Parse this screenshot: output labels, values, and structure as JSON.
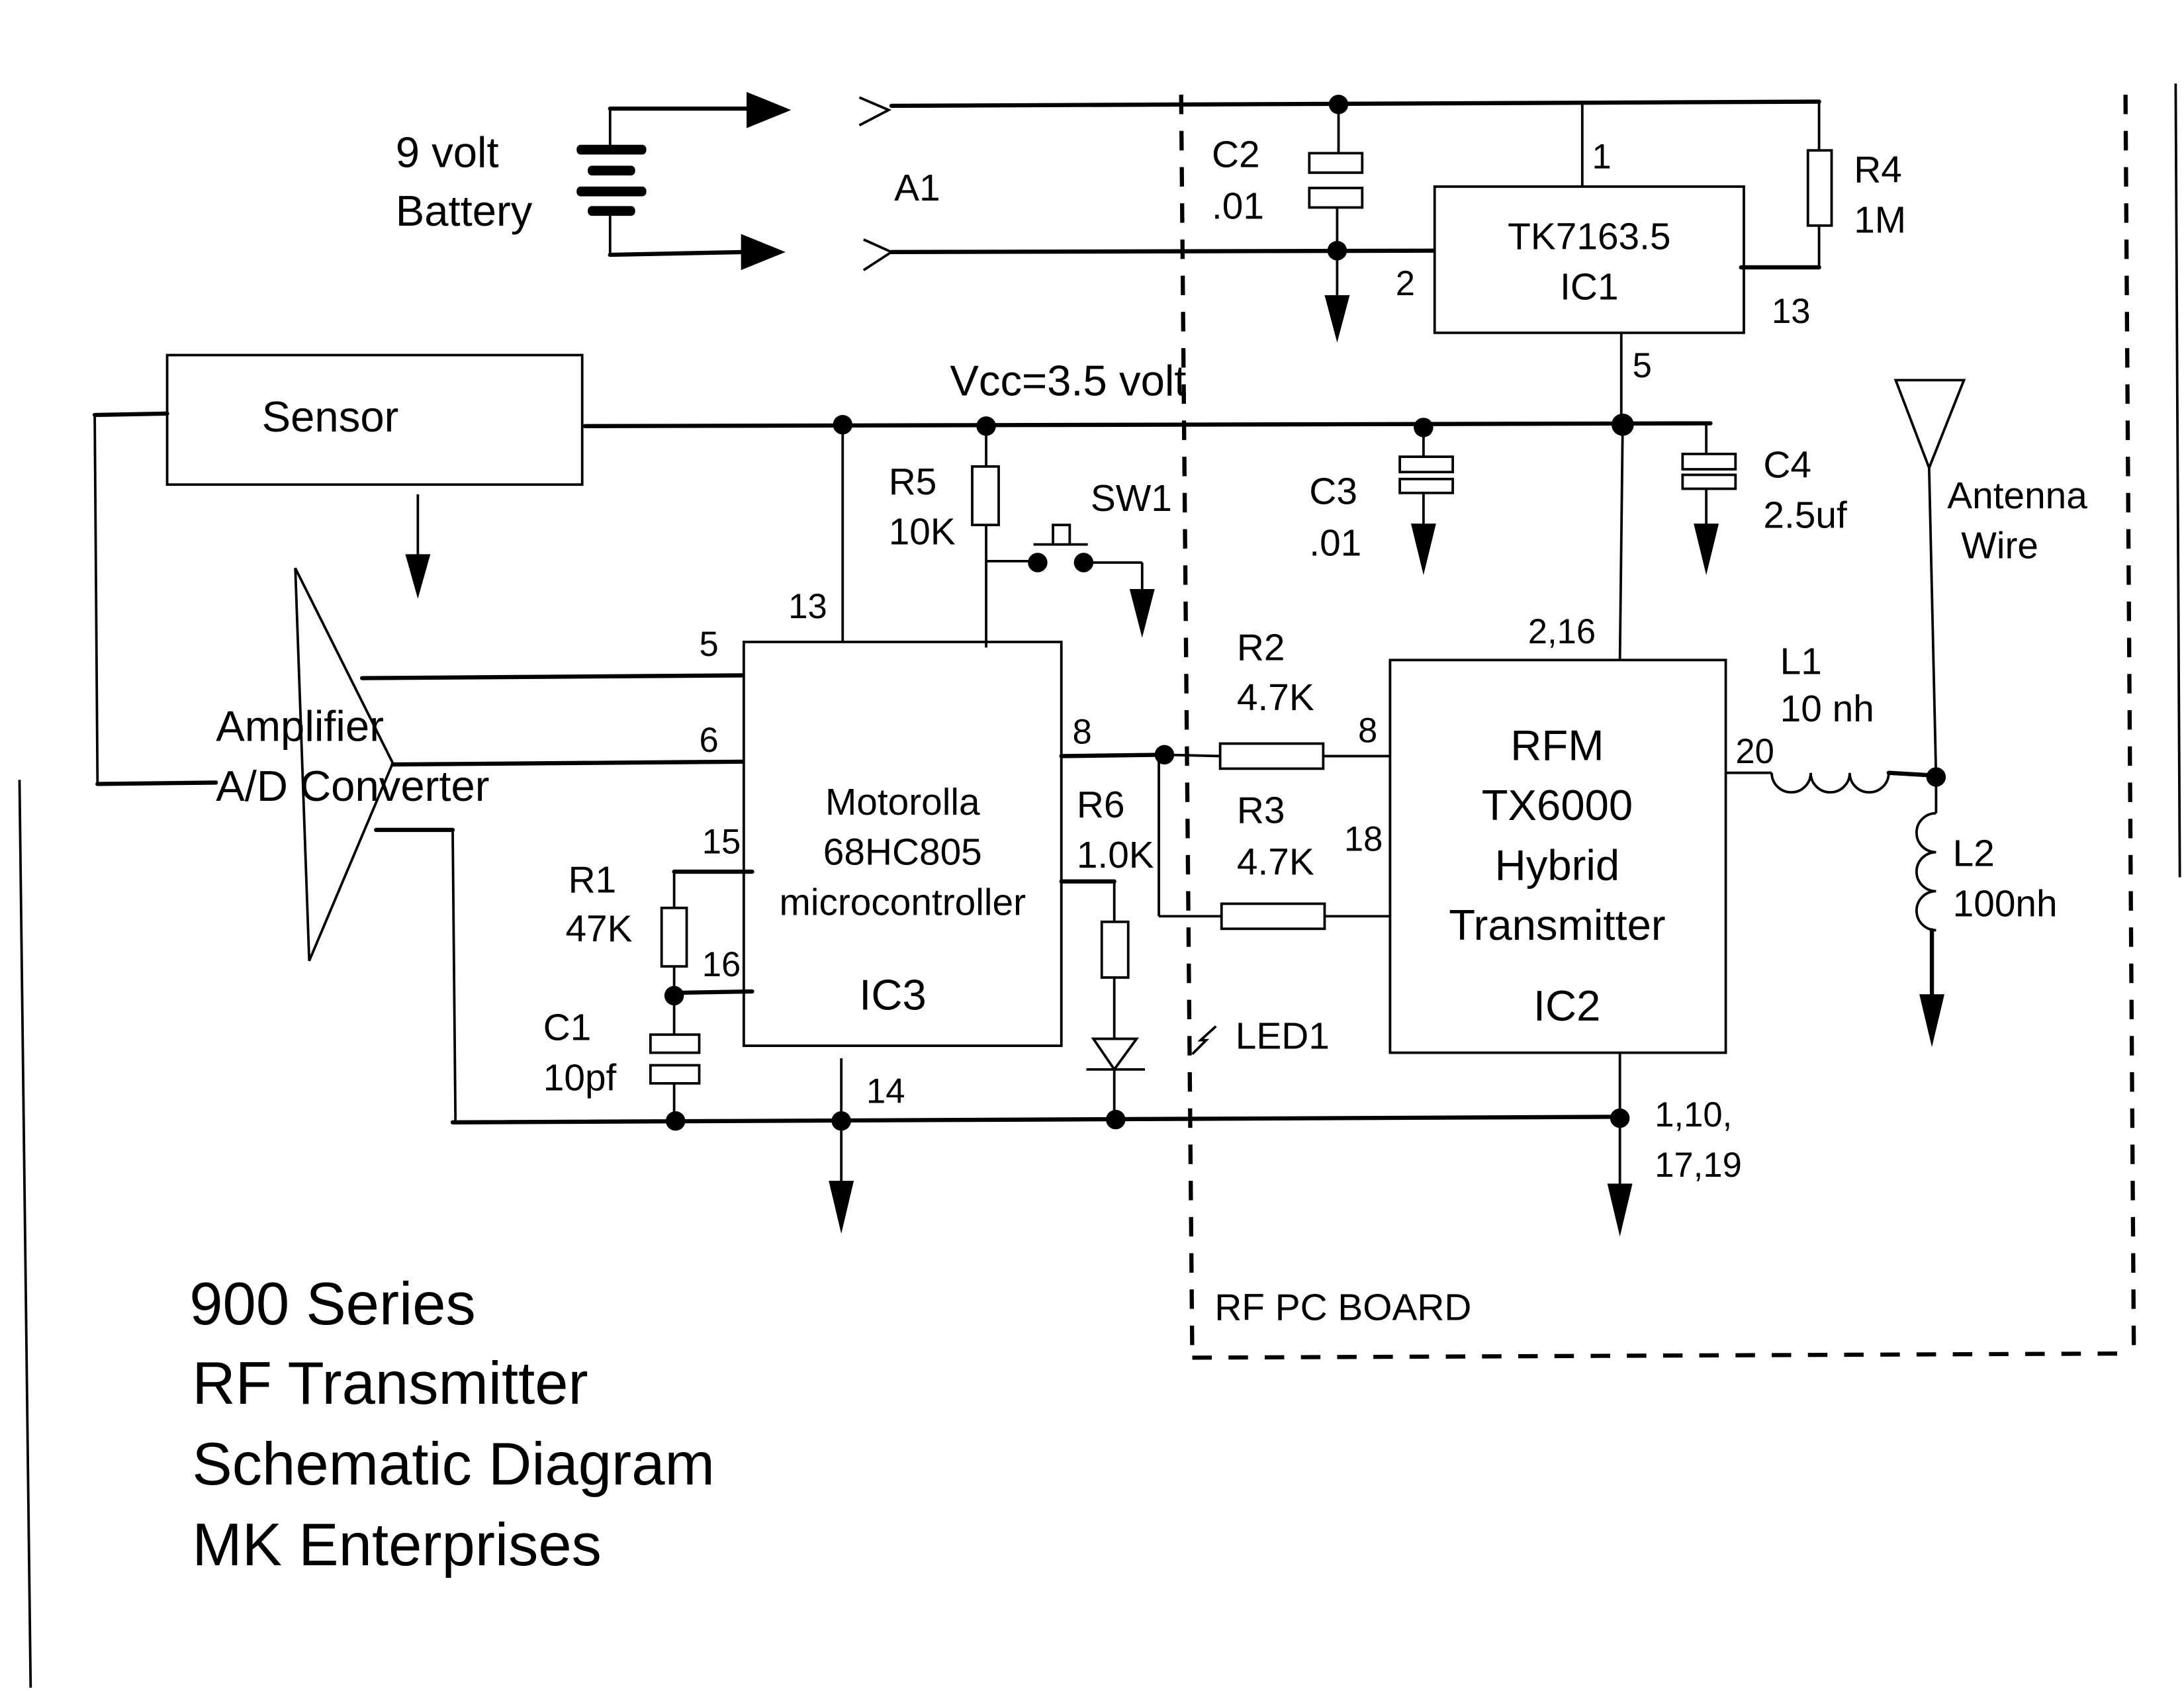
{
  "title_block": {
    "lines": [
      "900 Series",
      "RF Transmitter",
      "Schematic Diagram",
      "MK Enterprises"
    ]
  },
  "board_label": "RF PC BOARD",
  "supply": {
    "battery": {
      "line1": "9 volt",
      "line2": "Battery"
    },
    "connector": "A1",
    "rail_label": "Vcc=3.5 volt"
  },
  "blocks": {
    "sensor": "Sensor",
    "amplifier": {
      "line1": "Amplifier",
      "line2": "A/D Converter"
    },
    "ic1": {
      "line1": "TK7163.5",
      "line2": "IC1"
    },
    "ic3": {
      "line1": "Motorolla",
      "line2": "68HC805",
      "line3": "microcontroller",
      "ref": "IC3"
    },
    "ic2": {
      "line1": "RFM",
      "line2": "TX6000",
      "line3": "Hybrid",
      "line4": "Transmitter",
      "ref": "IC2"
    },
    "antenna": {
      "line1": "Antenna",
      "line2": "Wire"
    }
  },
  "components": {
    "C1": {
      "ref": "C1",
      "value": "10pf"
    },
    "C2": {
      "ref": "C2",
      "value": ".01"
    },
    "C3": {
      "ref": "C3",
      "value": ".01"
    },
    "C4": {
      "ref": "C4",
      "value": "2.5uf"
    },
    "R1": {
      "ref": "R1",
      "value": "47K"
    },
    "R2": {
      "ref": "R2",
      "value": "4.7K"
    },
    "R3": {
      "ref": "R3",
      "value": "4.7K"
    },
    "R4": {
      "ref": "R4",
      "value": "1M"
    },
    "R5": {
      "ref": "R5",
      "value": "10K"
    },
    "R6": {
      "ref": "R6",
      "value": "1.0K"
    },
    "L1": {
      "ref": "L1",
      "value": "10 nh"
    },
    "L2": {
      "ref": "L2",
      "value": "100nh"
    },
    "SW1": {
      "ref": "SW1"
    },
    "LED1": {
      "ref": "LED1"
    }
  },
  "pins": {
    "ic1_1": "1",
    "ic1_2": "2",
    "ic1_13": "13",
    "ic1_5": "5",
    "ic3_13": "13",
    "ic3_5": "5",
    "ic3_6": "6",
    "ic3_15": "15",
    "ic3_16": "16",
    "ic3_8": "8",
    "ic3_14": "14",
    "ic2_216": "2,16",
    "ic2_8": "8",
    "ic2_18": "18",
    "ic2_20": "20",
    "ic2_gnd_a": "1,10,",
    "ic2_gnd_b": "17,19"
  }
}
